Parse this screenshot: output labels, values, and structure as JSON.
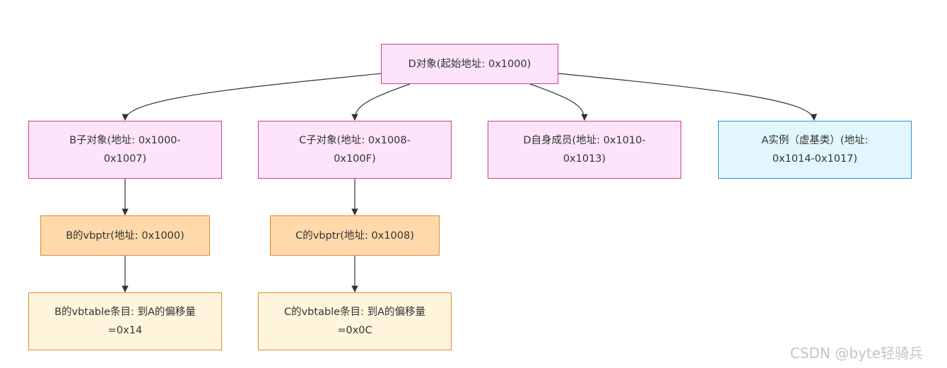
{
  "nodes": {
    "d": "D对象(起始地址: 0x1000)",
    "b": "B子对象(地址: 0x1000-0x1007)",
    "c": "C子对象(地址: 0x1008-0x100F)",
    "d_self": "D自身成员(地址: 0x1010-0x1013)",
    "a": "A实例（虚基类）(地址: 0x1014-0x1017)",
    "b_vbptr": "B的vbptr(地址: 0x1000)",
    "c_vbptr": "C的vbptr(地址: 0x1008)",
    "b_vbtable": "B的vbtable条目: 到A的偏移量=0x14",
    "c_vbtable": "C的vbtable条目: 到A的偏移量=0x0C"
  },
  "edges": [
    {
      "from": "d",
      "to": "b"
    },
    {
      "from": "d",
      "to": "c"
    },
    {
      "from": "d",
      "to": "d_self"
    },
    {
      "from": "d",
      "to": "a"
    },
    {
      "from": "b",
      "to": "b_vbptr"
    },
    {
      "from": "c",
      "to": "c_vbptr"
    },
    {
      "from": "b_vbptr",
      "to": "b_vbtable"
    },
    {
      "from": "c_vbptr",
      "to": "c_vbtable"
    }
  ],
  "colors": {
    "object_fill": "#fde4fa",
    "object_border": "#d63a8c",
    "vbptr_fill": "#ffd9aa",
    "vbtable_fill": "#fff5dd",
    "virtual_base_fill": "#e2f7fd",
    "virtual_base_border": "#2b8fd6",
    "edge": "#333333"
  },
  "watermark": "CSDN @byte轻骑兵"
}
